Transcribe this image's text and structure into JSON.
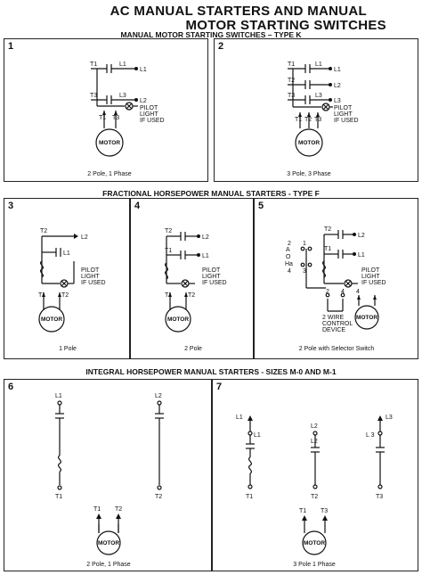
{
  "title_line1": "AC MANUAL STARTERS AND MANUAL",
  "title_line2": "MOTOR STARTING SWITCHES",
  "sections": {
    "k": "MANUAL MOTOR STARTING SWITCHES – TYPE K",
    "f": "FRACTIONAL HORSEPOWER MANUAL STARTERS - TYPE F",
    "m": "INTEGRAL HORSEPOWER MANUAL STARTERS - SIZES M-0 AND M-1"
  },
  "panels": {
    "p1": {
      "num": "1",
      "t1": "T1",
      "l1": "L1",
      "t3": "T3",
      "l3": "L3",
      "l2": "L2",
      "pilot": "PILOT",
      "light": "LIGHT",
      "ifused": "IF USED",
      "bt1": "T1",
      "bt3": "T3",
      "motor": "MOTOR",
      "caption": "2 Pole, 1 Phase"
    },
    "p2": {
      "num": "2",
      "t1": "T1",
      "l1": "L1",
      "t2": "T2",
      "l2": "L2",
      "t3": "T3",
      "l3": "L3",
      "pilot": "PILOT",
      "light": "LIGHT",
      "ifused": "IF USED",
      "bt1": "T1",
      "bt2": "T2",
      "bt3": "T3",
      "motor": "MOTOR",
      "caption": "3 Pole, 3 Phase"
    },
    "p3": {
      "num": "3",
      "t2": "T2",
      "l2": "L2",
      "l1": "L1",
      "pilot": "PILOT",
      "light": "LIGHT",
      "ifused": "IF USED",
      "bt1": "T1",
      "bt2": "T2",
      "motor": "MOTOR",
      "caption": "1 Pole"
    },
    "p4": {
      "num": "4",
      "t2": "T2",
      "l2": "L2",
      "t1": "T1",
      "l1": "L1",
      "pilot": "PILOT",
      "light": "LIGHT",
      "ifused": "IF USED",
      "bt1": "T1",
      "bt2": "T2",
      "motor": "MOTOR",
      "caption": "2 Pole"
    },
    "p5": {
      "num": "5",
      "t2": "T2",
      "l2": "L2",
      "t1": "T1",
      "l1": "L1",
      "s2": "2",
      "s1": "1",
      "a": "A",
      "o": "O",
      "ha": "Ha",
      "s4": "4",
      "s3": "3",
      "pilot": "PILOT",
      "light": "LIGHT",
      "ifused": "IF USED",
      "c2": "2",
      "c4": "4",
      "c4b": "4",
      "wire1": "2 WIRE",
      "wire2": "CONTROL",
      "wire3": "DEVICE",
      "motor": "MOTOR",
      "caption": "2 Pole with Selector Switch"
    },
    "p6": {
      "num": "6",
      "l1": "L1",
      "l2": "L2",
      "t1": "T1",
      "t2": "T2",
      "bt1": "T1",
      "bt2": "T2",
      "motor": "MOTOR",
      "caption": "2 Pole, 1 Phase"
    },
    "p7": {
      "num": "7",
      "l1a": "L1",
      "l1b": "L1",
      "l2a": "L2",
      "l2b": "L2",
      "l3a": "L3",
      "l3b": "L 3",
      "t1": "T1",
      "t2": "T2",
      "t3": "T3",
      "bt1": "T1",
      "bt3": "T3",
      "motor": "MOTOR",
      "caption": "3 Pole  1 Phase"
    }
  }
}
